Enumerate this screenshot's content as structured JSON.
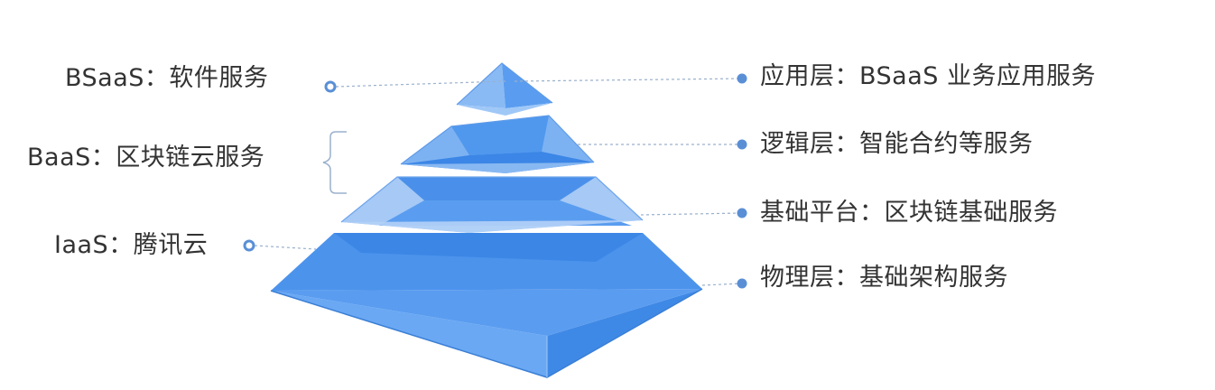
{
  "left_labels": {
    "bsaas": "BSaaS：软件服务",
    "baas": "BaaS：区块链云服务",
    "iaas": "IaaS：腾讯云"
  },
  "right_labels": {
    "application": "应用层：BSaaS  业务应用服务",
    "logic": "逻辑层：智能合约等服务",
    "platform": "基础平台：区块链基础服务",
    "physical": "物理层：基础架构服务"
  },
  "colors": {
    "pyramid_dark": "#3d88e6",
    "pyramid_mid": "#5b9df0",
    "pyramid_light": "#8fbcf5",
    "dot": "#5a8fd6",
    "leader_line": "#9ab0cc",
    "text": "#333333"
  }
}
